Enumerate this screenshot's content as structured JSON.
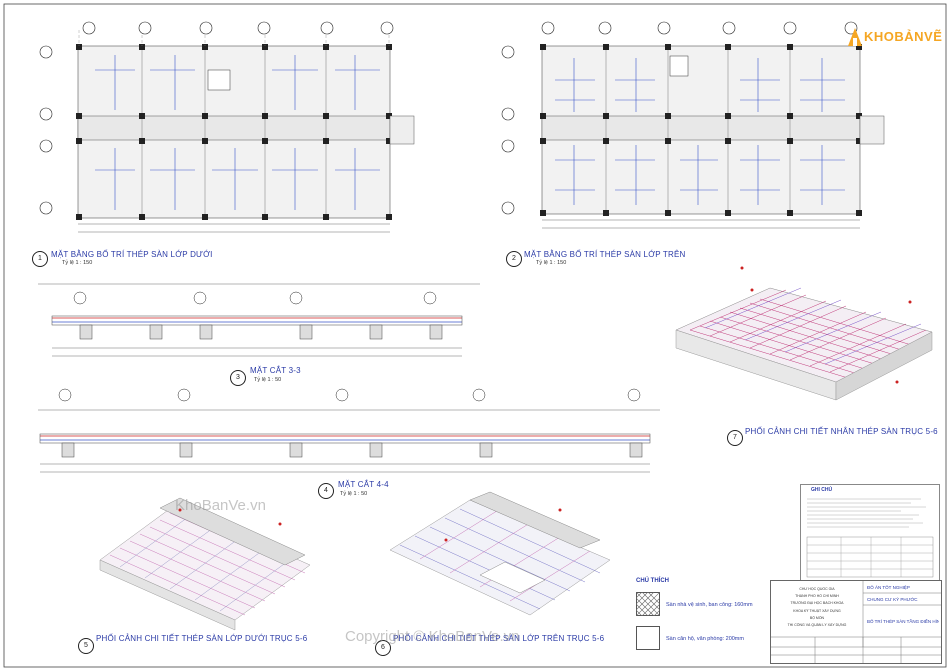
{
  "brand": {
    "logo_text": "KHOBẢNVẼ",
    "color": "#f5a623"
  },
  "views": [
    {
      "num": "1",
      "title": "MẶT BẰNG BỐ TRÍ THÉP SÀN LỚP DƯỚI",
      "scale": "Tỷ lệ 1 : 150"
    },
    {
      "num": "2",
      "title": "MẶT BẰNG BỐ TRÍ THÉP SÀN LỚP TRÊN",
      "scale": "Tỷ lệ 1 : 150"
    },
    {
      "num": "3",
      "title": "MẶT CẮT 3-3",
      "scale": "Tỷ lệ 1 : 50"
    },
    {
      "num": "4",
      "title": "MẶT CẮT 4-4",
      "scale": "Tỷ lệ 1 : 50"
    },
    {
      "num": "5",
      "title": "PHỐI CẢNH CHI TIẾT THÉP SÀN LỚP DƯỚI TRỤC 5-6",
      "scale": ""
    },
    {
      "num": "6",
      "title": "PHỐI CẢNH CHI TIẾT THÉP SÀN LỚP TRÊN TRỤC 5-6",
      "scale": ""
    },
    {
      "num": "7",
      "title": "PHỐI CẢNH CHI TIẾT NHÂN THÉP SÀN TRỤC 5-6",
      "scale": ""
    }
  ],
  "notes": {
    "title": "GHI CHÚ"
  },
  "legend": {
    "title": "CHÚ THÍCH",
    "items": [
      "Sàn nhà vệ sinh, ban công: 160mm",
      "Sàn căn hộ, văn phòng: 200mm"
    ]
  },
  "title_block": {
    "project": "ĐỒ ÁN TỐT NGHIỆP",
    "building": "CHUNG CƯ KỲ PHƯỚC",
    "drawing": "BỐ TRÍ THÉP SÀN TẦNG ĐIỂN HÌNH",
    "university_lines": [
      "CHƯ HỌC QUỐC GIA",
      "THÀNH PHỐ HỒ CHÍ MINH",
      "TRƯỜNG ĐẠI HỌC BÁCH KHOA",
      "KHOA KỸ THUẬT XÂY DỰNG",
      "BỘ MÔN",
      "THI CÔNG VÀ QUẢN LÝ XÂY DỰNG"
    ]
  },
  "watermarks": {
    "mid": "KhoBanVe.vn",
    "bottom": "Copyright © KhoBanVe.vn"
  }
}
